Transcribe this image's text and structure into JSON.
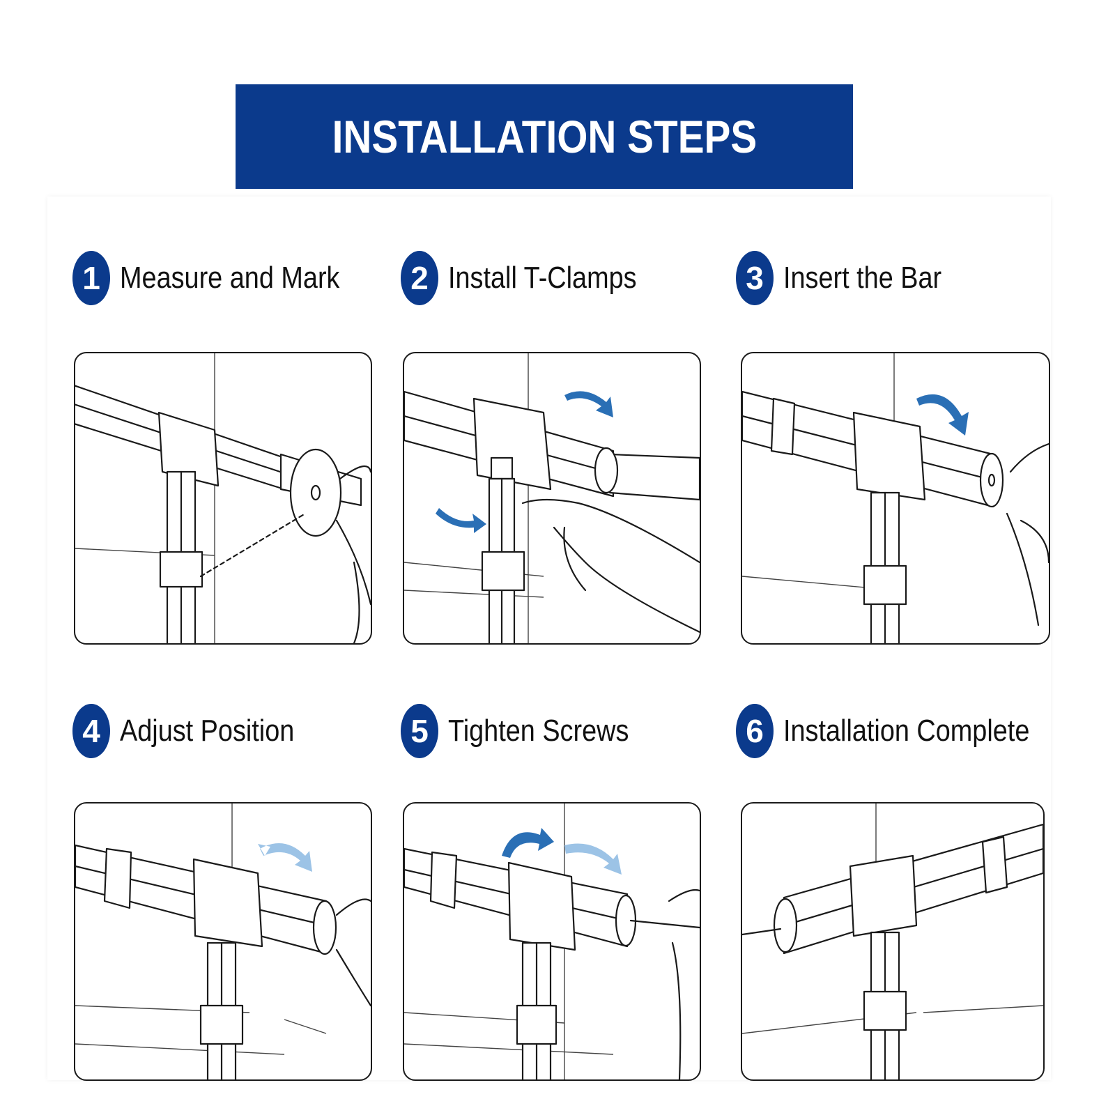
{
  "header": {
    "title": "INSTALLATION STEPS"
  },
  "colors": {
    "accent": "#0b3a8c",
    "arrow": "#2a6fb5"
  },
  "steps": [
    {
      "number": "1",
      "title": "Measure and Mark"
    },
    {
      "number": "2",
      "title": "Install T-Clamps"
    },
    {
      "number": "3",
      "title": "Insert the Bar"
    },
    {
      "number": "4",
      "title": "Adjust Position"
    },
    {
      "number": "5",
      "title": "Tighten Screws"
    },
    {
      "number": "6",
      "title": "Installation Complete"
    }
  ]
}
